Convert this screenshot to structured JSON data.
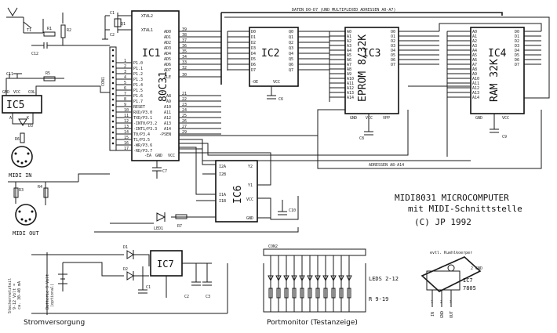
{
  "title_block": {
    "line1": "MIDI8031 MICROCOMPUTER",
    "line2": "mit MIDI-Schnittstelle",
    "line3": "(C) JP 1992"
  },
  "bus_labels": {
    "data_bus": "DATEN D0-D7 (UND MULTIPLEXED ADRESSEN A0-A7)",
    "address_bus": "ADRESSEN A8-A14"
  },
  "chips": {
    "ic1": {
      "ref": "IC1",
      "part": "80C31"
    },
    "ic2": {
      "ref": "IC2"
    },
    "ic3": {
      "ref": "IC3",
      "part": "EPROM 8/32K"
    },
    "ic4": {
      "ref": "IC4",
      "part": "RAM 32K"
    },
    "ic5": {
      "ref": "IC5"
    },
    "ic6": {
      "ref": "IC6"
    },
    "ic7": {
      "ref": "IC7"
    },
    "ic7_detail": {
      "ref": "IC7",
      "part": "7805"
    }
  },
  "connectors": {
    "con1": "CON1",
    "con2": "CON2",
    "midi_in": "MIDI IN",
    "midi_out": "MIDI OUT"
  },
  "components": {
    "t1": "T1",
    "r1": "R1",
    "r2": "R2",
    "c12": "C12",
    "c11": "C11",
    "r5": "R5",
    "d3": "D3",
    "r6": "R6",
    "r3": "R3",
    "r4": "R4",
    "led1": "LED1",
    "r7": "R7",
    "c1_top": "C1",
    "c2_top": "C2",
    "q1": "Q1",
    "c7": "C7",
    "c6": "C6",
    "c8": "C8",
    "c9": "C9",
    "c10": "C10",
    "d1": "D1",
    "d2": "D2",
    "c1": "C1",
    "c2": "C2",
    "c3": "C3",
    "leds": "LEDS 2-12",
    "resistors": "R 9-19"
  },
  "ic1_pins": {
    "left": [
      "P1.0",
      "P1.1",
      "P1.2",
      "P1.3",
      "P1.4",
      "P1.5",
      "P1.6",
      "P1.7",
      "RESET",
      "RXD/P3.0",
      "TXD/P3.1",
      "-INT0/P3.2",
      "-INT1/P3.3",
      "T0/P3.4",
      "T1/P3.5",
      "-WR/P3.6",
      "-RD/P3.7"
    ],
    "left_nums": [
      "1",
      "2",
      "3",
      "4",
      "5",
      "6",
      "7",
      "8",
      "9",
      "10",
      "11",
      "12",
      "13",
      "14",
      "15",
      "16",
      "17"
    ],
    "right": [
      "AD0",
      "AD1",
      "AD2",
      "AD3",
      "AD4",
      "AD5",
      "AD6",
      "AD7",
      "ALE",
      "A8",
      "A9",
      "A10",
      "A11",
      "A12",
      "A13",
      "A14",
      "-PSEN"
    ],
    "right_nums": [
      "39",
      "38",
      "37",
      "36",
      "35",
      "34",
      "33",
      "32",
      "30",
      "21",
      "22",
      "23",
      "24",
      "25",
      "26",
      "27",
      "29"
    ],
    "top": [
      "XTAL2",
      "XTAL1"
    ],
    "bottom": [
      "-EA",
      "GND",
      "VCC"
    ]
  },
  "ic5_pins": [
    "GND",
    "VCC",
    "COL",
    "A",
    "K"
  ],
  "ic6_pins": [
    "I2A",
    "I2B",
    "I1A",
    "I1B",
    "Y2",
    "Y1",
    "VCC",
    "GND"
  ],
  "power_section": {
    "battery_label": "Batterie 9 Volt",
    "battery_sub": "(optional)",
    "ac_label": "Steckernetzteil",
    "ac_sub": "9-12 Volt =",
    "ac_sub2": "ca. 30-40 mA"
  },
  "ic7_pin_labels": [
    "IN",
    "GND",
    "OUT"
  ],
  "ic7_pin_nums": [
    "1",
    "2",
    "3"
  ],
  "heatsink_label": "evtl. Kuehlkoerper",
  "heatsink_gnd": "2 GND",
  "section_labels": {
    "power": "Stromversorgung",
    "portmonitor": "Portmonitor (Testanzeige)"
  }
}
